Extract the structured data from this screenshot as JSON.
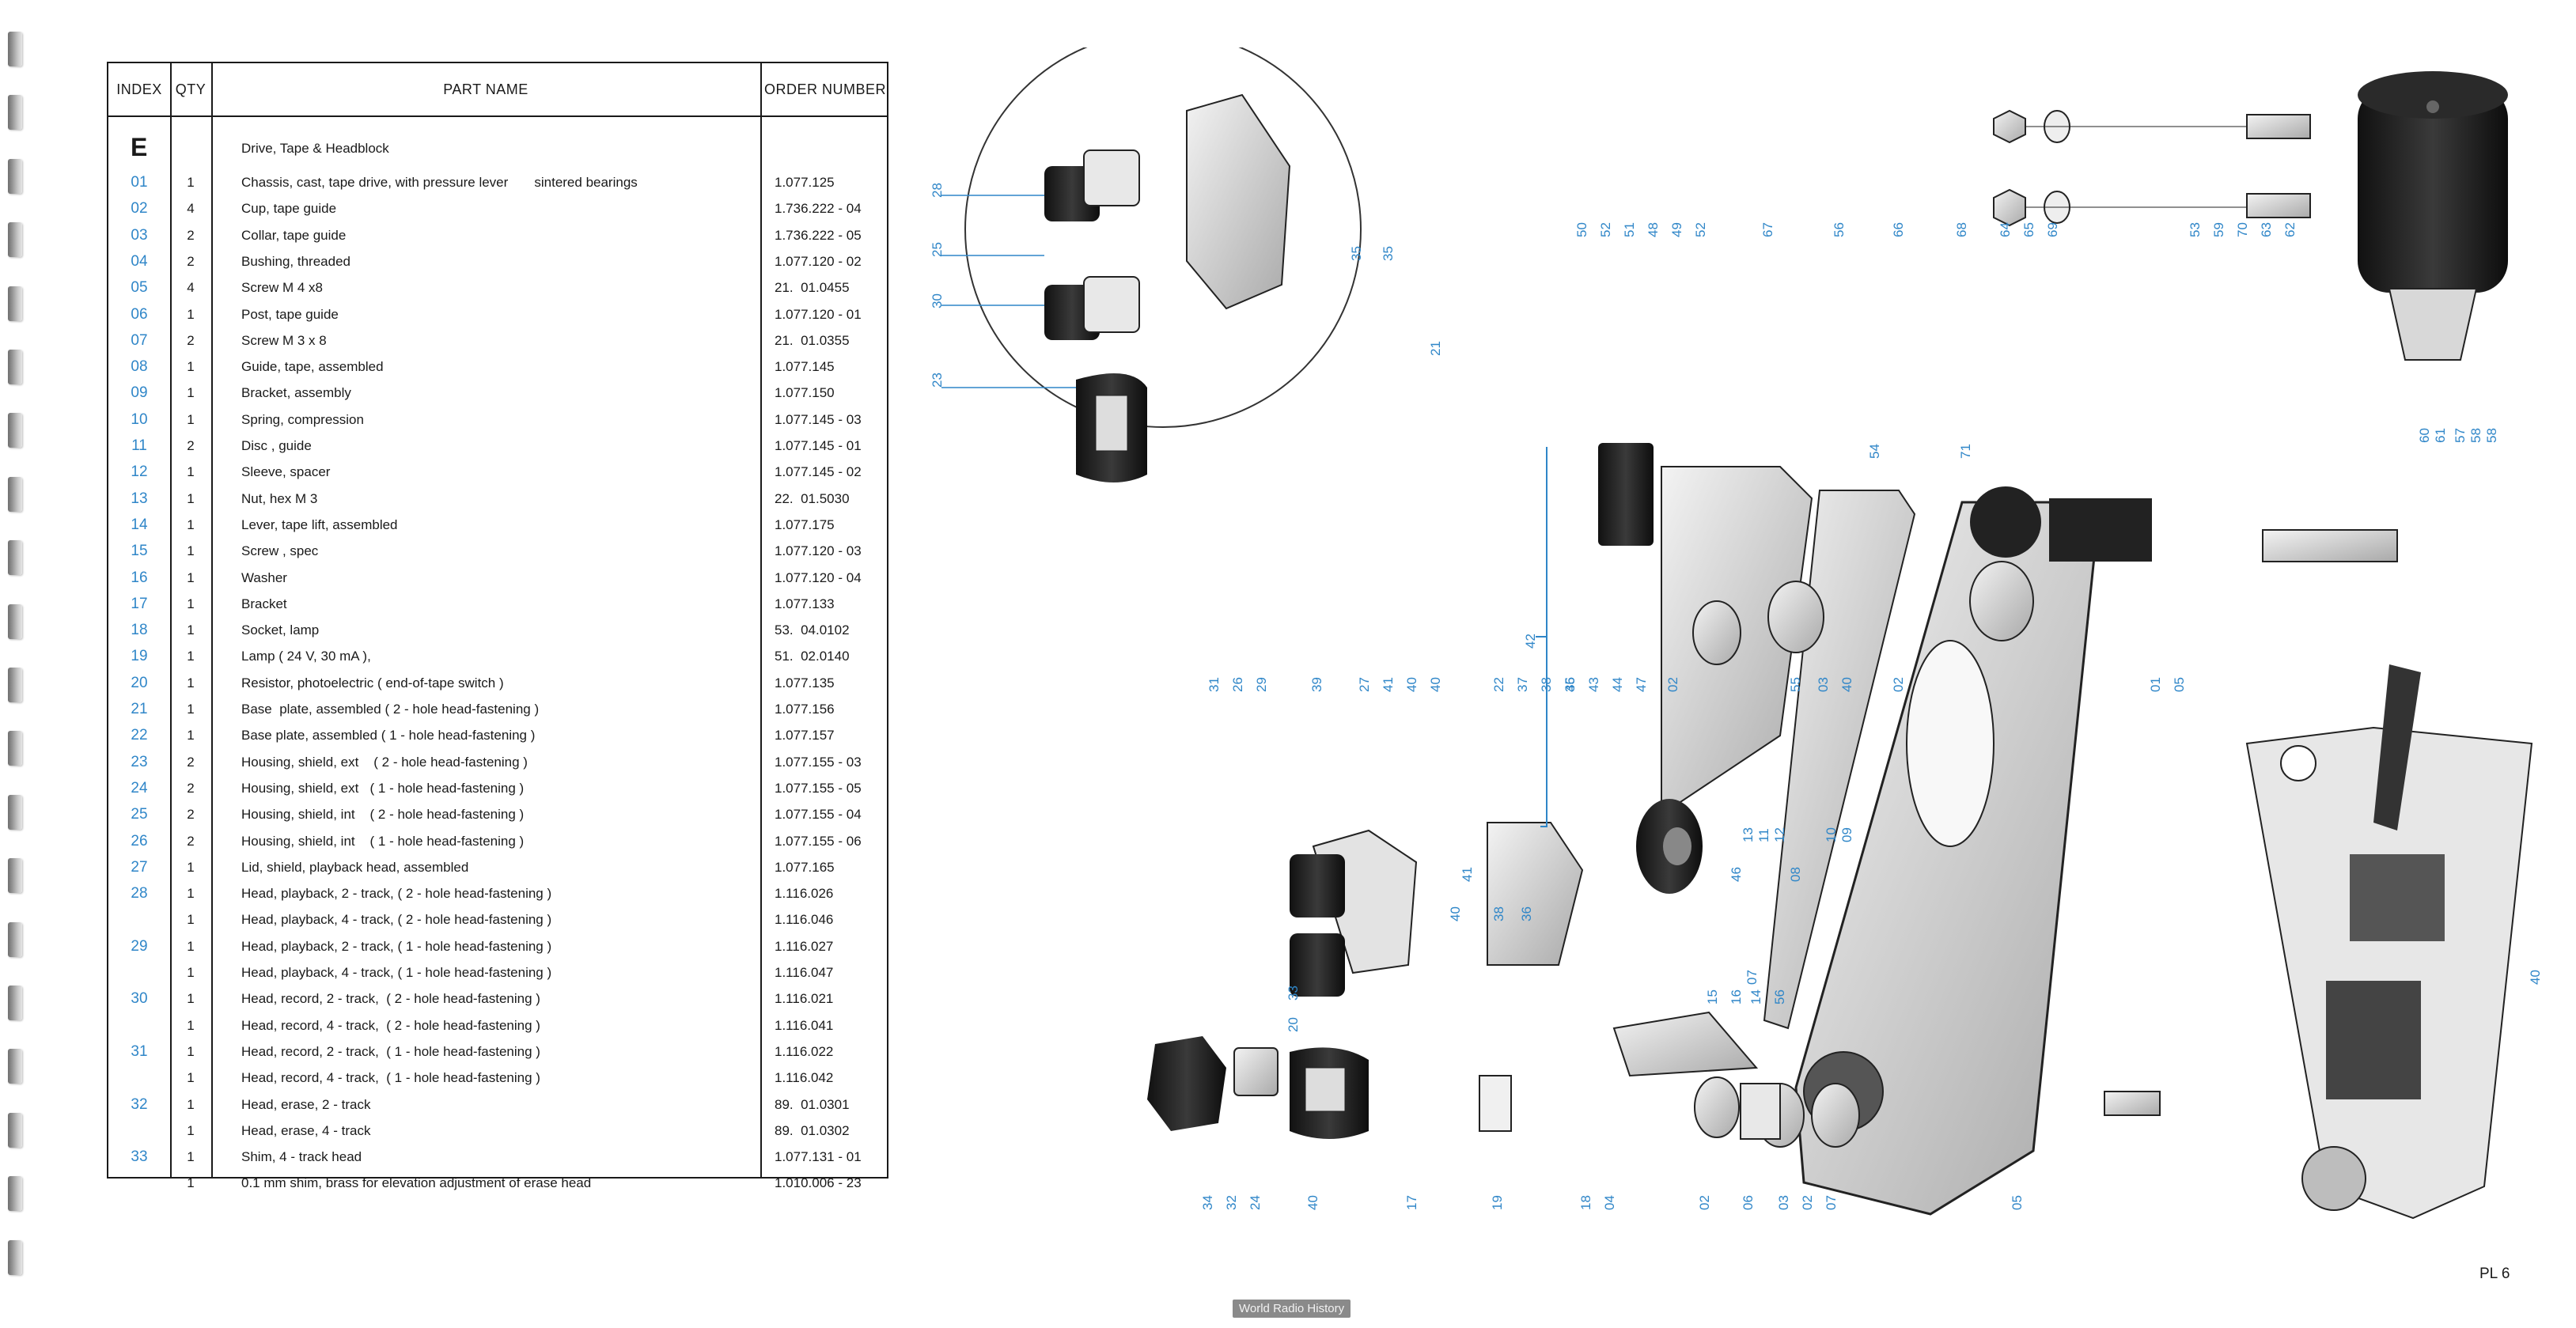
{
  "table": {
    "headers": {
      "index": "INDEX",
      "qty": "QTY",
      "part_name": "PART NAME",
      "order_number": "ORDER NUMBER"
    },
    "section_letter": "E",
    "section_title": "Drive, Tape & Headblock",
    "rows": [
      {
        "index": "01",
        "qty": "1",
        "name": "Chassis, cast, tape drive, with pressure lever       sintered bearings",
        "order": "1.077.125"
      },
      {
        "index": "02",
        "qty": "4",
        "name": "Cup, tape guide",
        "order": "1.736.222 - 04"
      },
      {
        "index": "03",
        "qty": "2",
        "name": "Collar, tape guide",
        "order": "1.736.222 - 05"
      },
      {
        "index": "04",
        "qty": "2",
        "name": "Bushing, threaded",
        "order": "1.077.120 - 02"
      },
      {
        "index": "05",
        "qty": "4",
        "name": "Screw M 4 x8",
        "order": "21.  01.0455"
      },
      {
        "index": "06",
        "qty": "1",
        "name": "Post, tape guide",
        "order": "1.077.120 - 01"
      },
      {
        "index": "07",
        "qty": "2",
        "name": "Screw M 3 x 8",
        "order": "21.  01.0355"
      },
      {
        "index": "08",
        "qty": "1",
        "name": "Guide, tape, assembled",
        "order": "1.077.145"
      },
      {
        "index": "09",
        "qty": "1",
        "name": "Bracket, assembly",
        "order": "1.077.150"
      },
      {
        "index": "10",
        "qty": "1",
        "name": "Spring, compression",
        "order": "1.077.145 - 03"
      },
      {
        "index": "11",
        "qty": "2",
        "name": "Disc , guide",
        "order": "1.077.145 - 01"
      },
      {
        "index": "12",
        "qty": "1",
        "name": "Sleeve, spacer",
        "order": "1.077.145 - 02"
      },
      {
        "index": "13",
        "qty": "1",
        "name": "Nut, hex M 3",
        "order": "22.  01.5030"
      },
      {
        "index": "14",
        "qty": "1",
        "name": "Lever, tape lift, assembled",
        "order": "1.077.175"
      },
      {
        "index": "15",
        "qty": "1",
        "name": "Screw , spec",
        "order": "1.077.120 - 03"
      },
      {
        "index": "16",
        "qty": "1",
        "name": "Washer",
        "order": "1.077.120 - 04"
      },
      {
        "index": "17",
        "qty": "1",
        "name": "Bracket",
        "order": "1.077.133"
      },
      {
        "index": "18",
        "qty": "1",
        "name": "Socket, lamp",
        "order": "53.  04.0102"
      },
      {
        "index": "19",
        "qty": "1",
        "name": "Lamp ( 24 V, 30 mA ),",
        "order": "51.  02.0140"
      },
      {
        "index": "20",
        "qty": "1",
        "name": "Resistor, photoelectric ( end-of-tape switch )",
        "order": "1.077.135"
      },
      {
        "index": "21",
        "qty": "1",
        "name": "Base  plate, assembled ( 2 - hole head-fastening )",
        "order": "1.077.156"
      },
      {
        "index": "22",
        "qty": "1",
        "name": "Base plate, assembled ( 1 - hole head-fastening )",
        "order": "1.077.157"
      },
      {
        "index": "23",
        "qty": "2",
        "name": "Housing, shield, ext    ( 2 - hole head-fastening )",
        "order": "1.077.155 - 03"
      },
      {
        "index": "24",
        "qty": "2",
        "name": "Housing, shield, ext   ( 1 - hole head-fastening )",
        "order": "1.077.155 - 05"
      },
      {
        "index": "25",
        "qty": "2",
        "name": "Housing, shield, int    ( 2 - hole head-fastening )",
        "order": "1.077.155 - 04"
      },
      {
        "index": "26",
        "qty": "2",
        "name": "Housing, shield, int    ( 1 - hole head-fastening )",
        "order": "1.077.155 - 06"
      },
      {
        "index": "27",
        "qty": "1",
        "name": "Lid, shield, playback head, assembled",
        "order": "1.077.165"
      },
      {
        "index": "28",
        "qty": "1",
        "name": "Head, playback, 2 - track, ( 2 - hole head-fastening )",
        "order": "1.116.026"
      },
      {
        "index": "",
        "qty": "1",
        "name": "Head, playback, 4 - track, ( 2 - hole head-fastening )",
        "order": "1.116.046"
      },
      {
        "index": "29",
        "qty": "1",
        "name": "Head, playback, 2 - track, ( 1 - hole head-fastening )",
        "order": "1.116.027"
      },
      {
        "index": "",
        "qty": "1",
        "name": "Head, playback, 4 - track, ( 1 - hole head-fastening )",
        "order": "1.116.047"
      },
      {
        "index": "30",
        "qty": "1",
        "name": "Head, record, 2 - track,  ( 2 - hole head-fastening )",
        "order": "1.116.021"
      },
      {
        "index": "",
        "qty": "1",
        "name": "Head, record, 4 - track,  ( 2 - hole head-fastening )",
        "order": "1.116.041"
      },
      {
        "index": "31",
        "qty": "1",
        "name": "Head, record, 2 - track,  ( 1 - hole head-fastening )",
        "order": "1.116.022"
      },
      {
        "index": "",
        "qty": "1",
        "name": "Head, record, 4 - track,  ( 1 - hole head-fastening )",
        "order": "1.116.042"
      },
      {
        "index": "32",
        "qty": "1",
        "name": "Head, erase, 2 - track",
        "order": "89.  01.0301"
      },
      {
        "index": "",
        "qty": "1",
        "name": "Head, erase, 4 - track",
        "order": "89.  01.0302"
      },
      {
        "index": "33",
        "qty": "1",
        "name": "Shim, 4 - track head",
        "order": "1.077.131 - 01"
      },
      {
        "index": "",
        "qty": "1",
        "name": "0.1 mm shim, brass for elevation adjustment of erase head",
        "order": "1.010.006 - 23"
      }
    ]
  },
  "diagram": {
    "plate_letter": "E",
    "plate_number": "PL 6",
    "callouts": [
      "28",
      "25",
      "30",
      "23",
      "35",
      "35",
      "21",
      "50",
      "52",
      "51",
      "48",
      "49",
      "52",
      "67",
      "56",
      "66",
      "68",
      "64",
      "65",
      "69",
      "53",
      "59",
      "70",
      "63",
      "62",
      "60",
      "61",
      "57",
      "58",
      "58",
      "54",
      "71",
      "42",
      "45",
      "43",
      "44",
      "47",
      "02",
      "55",
      "03",
      "40",
      "02",
      "01",
      "05",
      "31",
      "26",
      "29",
      "39",
      "27",
      "41",
      "40",
      "40",
      "22",
      "37",
      "38",
      "36",
      "13",
      "11",
      "12",
      "10",
      "09",
      "08",
      "46",
      "41",
      "40",
      "38",
      "36",
      "15",
      "16",
      "14",
      "56",
      "07",
      "40",
      "33",
      "20",
      "34",
      "32",
      "24",
      "40",
      "17",
      "19",
      "18",
      "04",
      "02",
      "06",
      "03",
      "02",
      "07",
      "05"
    ]
  },
  "footer": {
    "watermark": "World Radio History"
  },
  "colors": {
    "callout": "#2f86c8",
    "ink": "#1a1a1a"
  }
}
